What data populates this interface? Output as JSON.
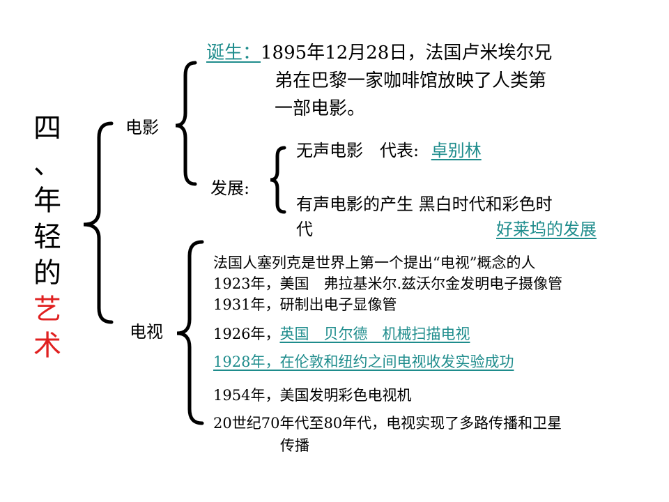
{
  "title": {
    "chars": [
      "四",
      "、",
      "年",
      "轻",
      "的"
    ],
    "highlight_chars": [
      "艺",
      "术"
    ],
    "highlight_color": "#e02020"
  },
  "film": {
    "label": "电影",
    "birth": {
      "label": "诞生：",
      "lines": [
        "1895年12月28日，法国卢米埃尔兄",
        "弟在巴黎一家咖啡馆放映了人类第",
        "一部电影。"
      ]
    },
    "development": {
      "label": "发展:",
      "silent": {
        "text": "无声电影　代表:",
        "link": "卓别林"
      },
      "sound": {
        "line1": "有声电影的产生 黑白时代和彩色时",
        "line2": "代",
        "link": "好莱坞的发展"
      }
    }
  },
  "tv": {
    "label": "电视",
    "items": [
      "法国人塞列克是世界上第一个提出“电视”概念的人",
      "1923年，美国　弗拉基米尔.兹沃尔金发明电子摄像管",
      "1931年，研制出电子显像管"
    ],
    "item_1926": {
      "prefix": "1926年，",
      "link": "英国　贝尔德　机械扫描电视"
    },
    "item_1928": "1928年，在伦敦和纽约之间电视收发实验成功",
    "item_1954": "1954年，美国发明彩色电视机",
    "item_1970s": {
      "line1": "20世纪70年代至80年代，电视实现了多路传播和卫星",
      "line2": "传播"
    }
  },
  "colors": {
    "link": "#1e8c8c",
    "text": "#000000",
    "accent": "#e02020"
  }
}
